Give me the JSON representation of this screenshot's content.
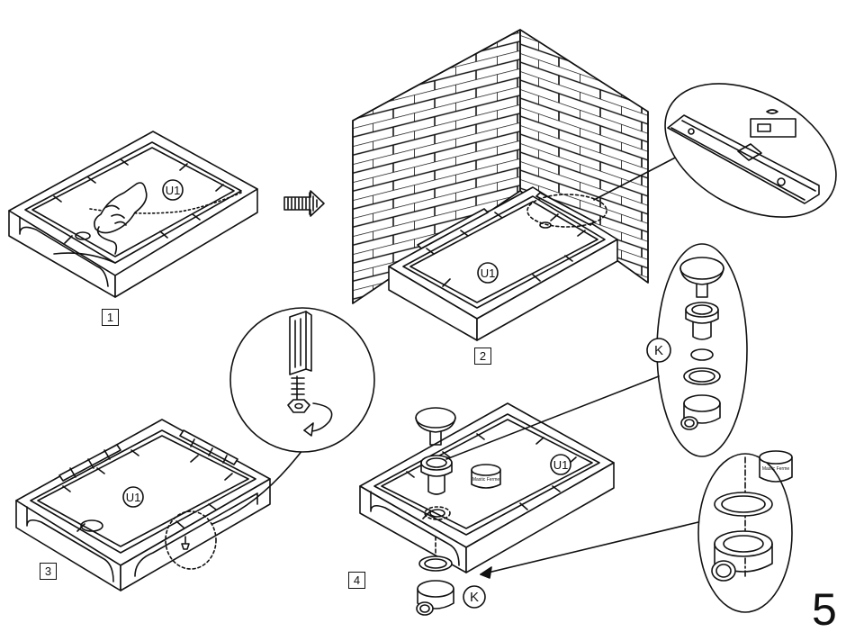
{
  "steps": [
    {
      "number": "1",
      "label": "U1"
    },
    {
      "number": "2",
      "label": "U1"
    },
    {
      "number": "3",
      "label": "U1"
    },
    {
      "number": "4",
      "label": "U1"
    }
  ],
  "part_label_k": "K",
  "sealant_tub_text": "Mastic Ferme",
  "page_number": "5",
  "colors": {
    "line": "#111111",
    "background": "#ffffff"
  }
}
